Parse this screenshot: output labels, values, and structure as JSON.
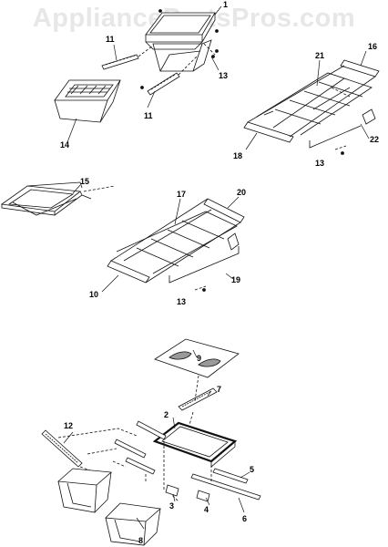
{
  "watermark": "AppliancePartsPros.com",
  "parts": [
    {
      "id": "1",
      "label": "1"
    },
    {
      "id": "2",
      "label": "2"
    },
    {
      "id": "3",
      "label": "3"
    },
    {
      "id": "4",
      "label": "4"
    },
    {
      "id": "5",
      "label": "5"
    },
    {
      "id": "6",
      "label": "6"
    },
    {
      "id": "7",
      "label": "7"
    },
    {
      "id": "8",
      "label": "8"
    },
    {
      "id": "9",
      "label": "9"
    },
    {
      "id": "10",
      "label": "10"
    },
    {
      "id": "11",
      "label": "11"
    },
    {
      "id": "12",
      "label": "12"
    },
    {
      "id": "13",
      "label": "13"
    },
    {
      "id": "14",
      "label": "14"
    },
    {
      "id": "15",
      "label": "15"
    },
    {
      "id": "16",
      "label": "16"
    },
    {
      "id": "17",
      "label": "17"
    },
    {
      "id": "18",
      "label": "18"
    },
    {
      "id": "19",
      "label": "19"
    },
    {
      "id": "20",
      "label": "20"
    },
    {
      "id": "21",
      "label": "21"
    },
    {
      "id": "22",
      "label": "22"
    }
  ]
}
